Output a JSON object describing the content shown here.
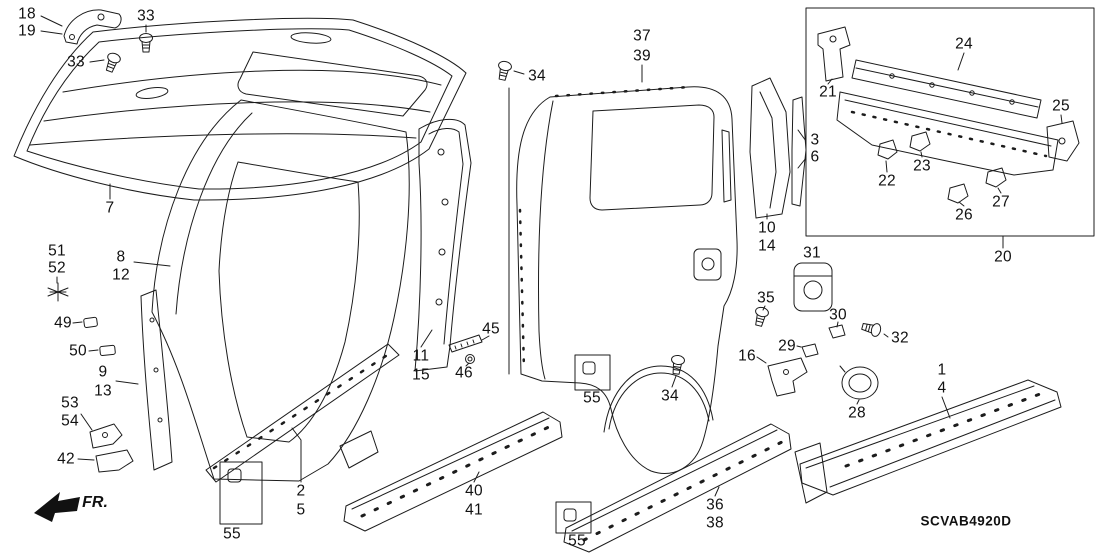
{
  "diagram": {
    "code": "SCVAB4920D",
    "fr": "FR.",
    "callouts": [
      "18",
      "19",
      "33",
      "33",
      "34",
      "37",
      "39",
      "3",
      "6",
      "21",
      "24",
      "25",
      "22",
      "23",
      "27",
      "26",
      "20",
      "7",
      "51",
      "52",
      "8",
      "12",
      "49",
      "50",
      "9",
      "13",
      "53",
      "54",
      "42",
      "11",
      "15",
      "45",
      "46",
      "55",
      "10",
      "14",
      "31",
      "35",
      "30",
      "29",
      "32",
      "16",
      "34",
      "28",
      "1",
      "4",
      "2",
      "5",
      "40",
      "41",
      "36",
      "38",
      "55",
      "55"
    ]
  }
}
